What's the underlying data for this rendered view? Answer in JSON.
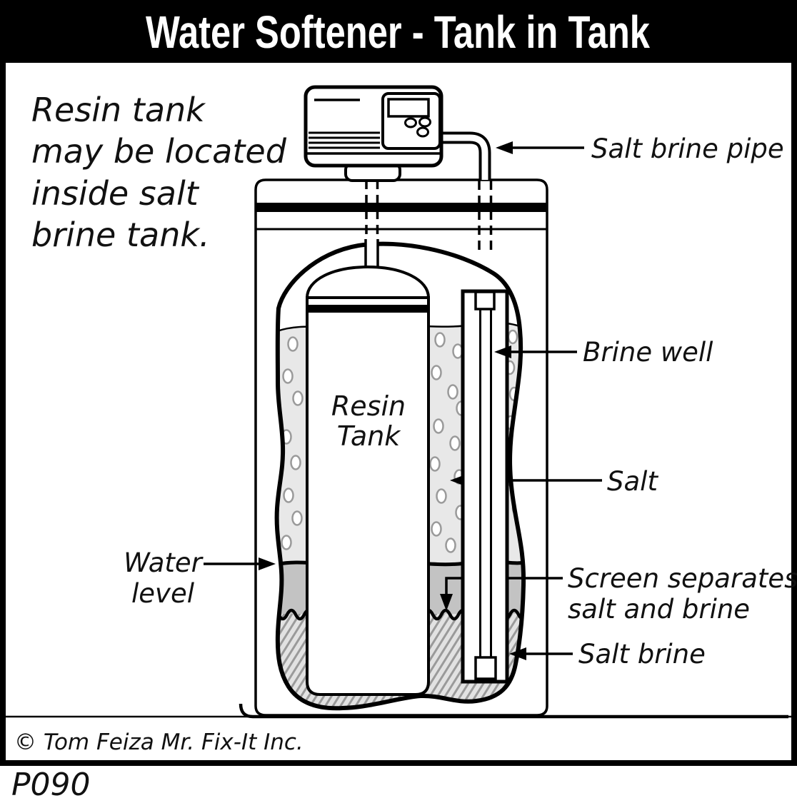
{
  "title": "Water Softener - Tank in Tank",
  "intro": {
    "lines": [
      "Resin tank",
      "may be located",
      "inside salt",
      "brine tank."
    ]
  },
  "diagram": {
    "resin_tank": {
      "line1": "Resin",
      "line2": "Tank"
    },
    "labels": {
      "salt_brine_pipe": "Salt brine pipe",
      "brine_well": "Brine well",
      "salt": "Salt",
      "water_level_line1": "Water",
      "water_level_line2": "level",
      "screen_line1": "Screen separates",
      "screen_line2": "salt and brine",
      "salt_brine": "Salt brine"
    }
  },
  "footer": {
    "copyright": "© Tom Feiza Mr. Fix-It Inc.",
    "figure_id": "P090"
  },
  "colors": {
    "title_bg": "#000000",
    "title_fg": "#ffffff",
    "line": "#000000",
    "salt_dry": "#e8e8e8",
    "salt_wet": "#c3c3c3",
    "brine_bg": "#e2e2e2",
    "hatch_line": "#9a9a9a",
    "granule": "#9a9a9a"
  }
}
